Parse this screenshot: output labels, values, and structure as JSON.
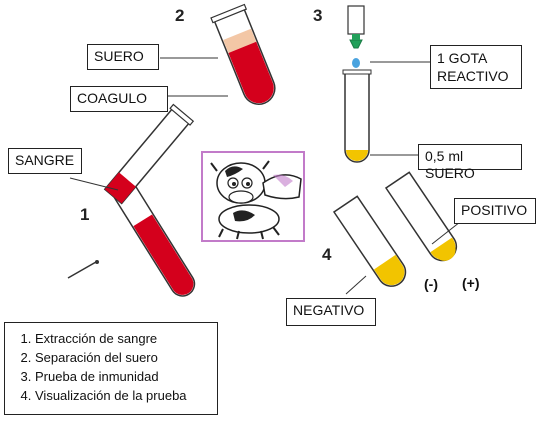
{
  "steps": {
    "s1": "1",
    "s2": "2",
    "s3": "3",
    "s4": "4"
  },
  "labels": {
    "suero": "SUERO",
    "coagulo": "COAGULO",
    "sangre": "SANGRE",
    "gota_line1": "1 GOTA",
    "gota_line2": "REACTIVO",
    "suero_volume": "0,5 ml SUERO",
    "positivo": "POSITIVO",
    "negativo": "NEGATIVO",
    "negative_sign": "(-)",
    "positive_sign": "(+)"
  },
  "legend": [
    "Extracción de sangre",
    "Separación del suero",
    "Prueba de inmunidad",
    "Visualización de la prueba"
  ],
  "colors": {
    "blood": "#d4001c",
    "serum": "#f3c7a6",
    "yellow": "#f2c400",
    "dropper_green": "#22a05a",
    "drop_blue": "#4aa3df",
    "frame_purple": "#c27bc9"
  },
  "icons": {
    "center": "cow-illustration-icon",
    "needle": "needle-icon",
    "dropper": "dropper-icon"
  }
}
